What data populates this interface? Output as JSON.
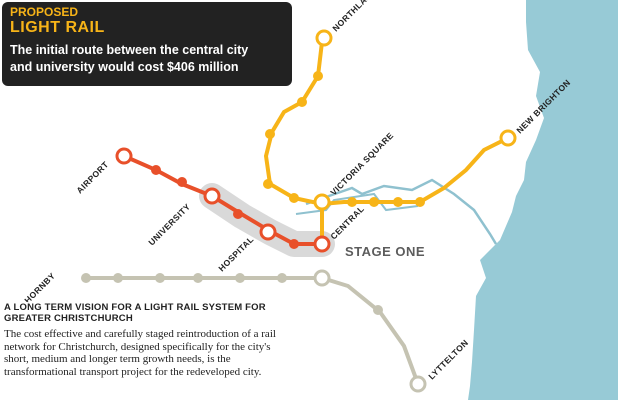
{
  "header": {
    "kicker": "PROPOSED",
    "title": "LIGHT RAIL",
    "summary_line1": "The initial route between the central city",
    "summary_line2": "and university would cost $406 million"
  },
  "stage_label": "STAGE ONE",
  "stations": {
    "northlands": "NORTHLANDS",
    "new_brighton": "NEW BRIGHTON",
    "airport": "AIRPORT",
    "victoria_square": "VICTORIA SQUARE",
    "university": "UNIVERSITY",
    "hospital": "HOSPITAL",
    "central": "CENTRAL",
    "hornby": "HORNBY",
    "lyttelton": "LYTTELTON"
  },
  "vision": {
    "title_line1": "A LONG TERM VISION FOR A LIGHT RAIL SYSTEM FOR",
    "title_line2": "GREATER CHRISTCHURCH",
    "body_line1": "The cost effective and carefully staged reintroduction of a rail",
    "body_line2": "network for Christchurch, designed specifically for the city's",
    "body_line3": "short, medium and longer term growth needs, is the",
    "body_line4": "transformational transport project for the redeveloped city."
  },
  "colors": {
    "red_line": "#e8502a",
    "yellow_line": "#f7b418",
    "grey_line": "#c5c3b2",
    "sea": "#97cad6",
    "river": "#8fc1cf",
    "stage_highlight": "#d9d9d9",
    "header_bg": "#222222"
  }
}
